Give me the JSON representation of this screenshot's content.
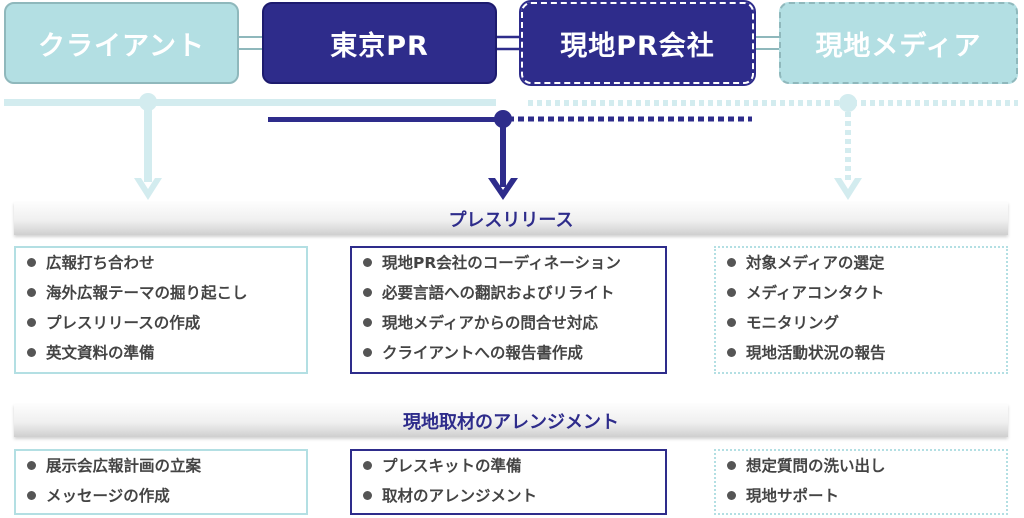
{
  "flow": {
    "client": "クライアント",
    "tokyo_pr": "東京PR",
    "local_pr": "現地PR会社",
    "local_media": "現地メディア"
  },
  "colors": {
    "navy": "#2e2c8b",
    "light_teal": "#b3dfe3",
    "teal_line": "#d3ecef",
    "text_gray": "#444444"
  },
  "sections": {
    "press_release": {
      "title": "プレスリリース",
      "client_tasks": [
        "広報打ち合わせ",
        "海外広報テーマの掘り起こし",
        "プレスリリースの作成",
        "英文資料の準備"
      ],
      "tokyo_tasks": [
        "現地PR会社のコーディネーション",
        "必要言語への翻訳およびリライト",
        "現地メディアからの問合せ対応",
        "クライアントへの報告書作成"
      ],
      "media_tasks": [
        "対象メディアの選定",
        "メディアコンタクト",
        "モニタリング",
        "現地活動状況の報告"
      ]
    },
    "coverage": {
      "title": "現地取材のアレンジメント",
      "client_tasks": [
        "展示会広報計画の立案",
        "メッセージの作成"
      ],
      "tokyo_tasks": [
        "プレスキットの準備",
        "取材のアレンジメント"
      ],
      "media_tasks": [
        "想定質問の洗い出し",
        "現地サポート"
      ]
    }
  }
}
